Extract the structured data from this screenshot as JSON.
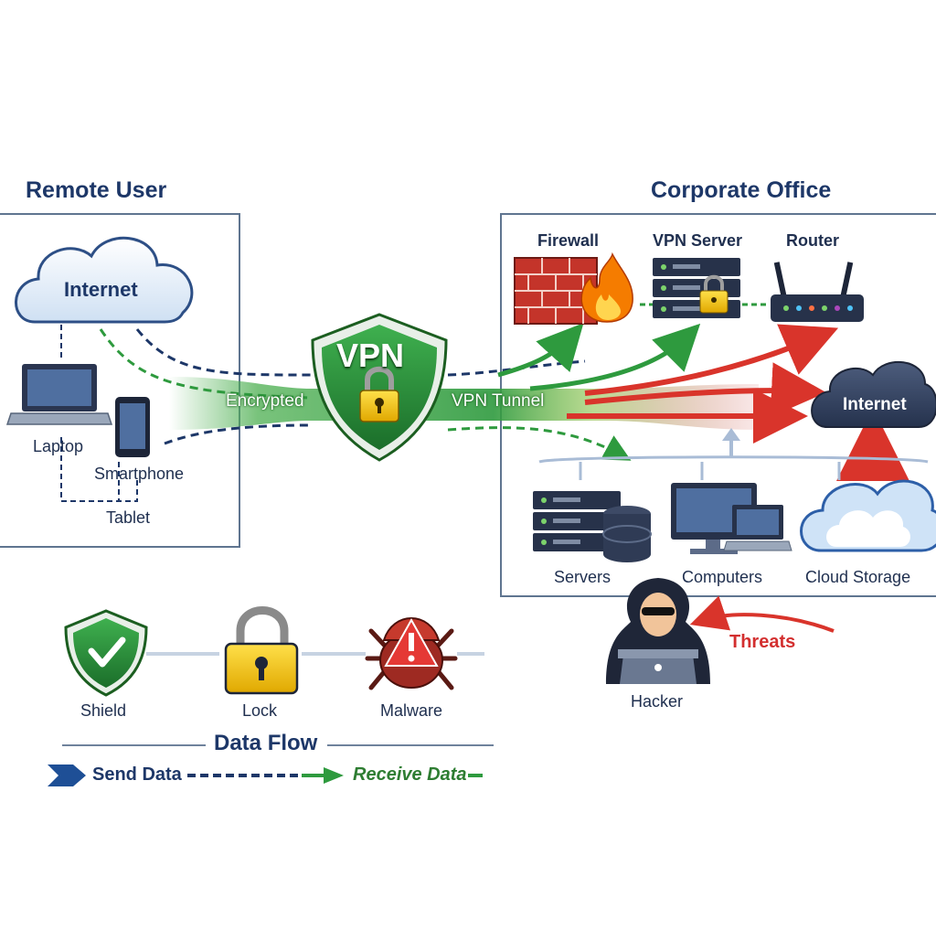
{
  "remote": {
    "title": "Remote User",
    "internet": "Internet",
    "laptop": "Laptop",
    "smartphone": "Smartphone",
    "tablet": "Tablet"
  },
  "vpn": {
    "badge": "VPN",
    "left_label": "Encrypted",
    "right_label": "VPN Tunnel"
  },
  "corporate": {
    "title": "Corporate Office",
    "firewall": "Firewall",
    "vpn_server": "VPN Server",
    "router": "Router",
    "internet": "Internet",
    "servers": "Servers",
    "computers": "Computers",
    "cloud_storage": "Cloud Storage"
  },
  "threat": {
    "hacker": "Hacker",
    "label": "Threats"
  },
  "legend": {
    "shield": "Shield",
    "lock": "Lock",
    "malware": "Malware",
    "data_flow": "Data Flow",
    "send": "Send Data",
    "receive": "Receive Data"
  },
  "colors": {
    "navy": "#1d3768",
    "green": "#2e9a3e",
    "red": "#d9342b",
    "box_border": "#5f7590"
  }
}
